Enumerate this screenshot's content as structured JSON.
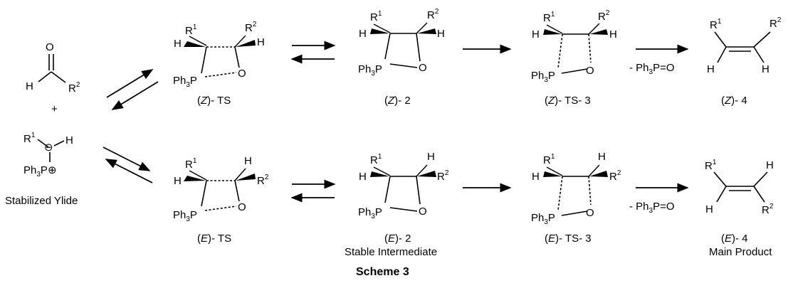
{
  "atoms": {
    "H": "H",
    "O": "O",
    "R": "R",
    "P": "P",
    "Ph": "Ph",
    "sub3": "3",
    "sup1": "1",
    "sup2": "2",
    "plus": "+",
    "minus_circle": "⊖",
    "plus_circle": "⊕"
  },
  "reagent_label": "Stabilized Ylide",
  "byproduct": "- Ph",
  "byproduct_tail": "P=O",
  "labels": {
    "z_ts": {
      "open": "(",
      "italic": "Z",
      "close": ")- TS"
    },
    "z_2": {
      "open": "(",
      "italic": "Z",
      "close": ")- 2"
    },
    "z_ts3": {
      "open": "(",
      "italic": "Z",
      "close": ")- TS- 3"
    },
    "z_4": {
      "open": "(",
      "italic": "Z",
      "close": ")- 4"
    },
    "e_ts": {
      "open": "(",
      "italic": "E",
      "close": ")- TS"
    },
    "e_2": {
      "open": "(",
      "italic": "E",
      "close": ")- 2"
    },
    "e_ts3": {
      "open": "(",
      "italic": "E",
      "close": ")- TS- 3"
    },
    "e_4": {
      "open": "(",
      "italic": "E",
      "close": ")- 4"
    }
  },
  "notes": {
    "stable_intermediate": "Stable Intermediate",
    "main_product": "Main Product"
  },
  "caption": "Scheme 3"
}
